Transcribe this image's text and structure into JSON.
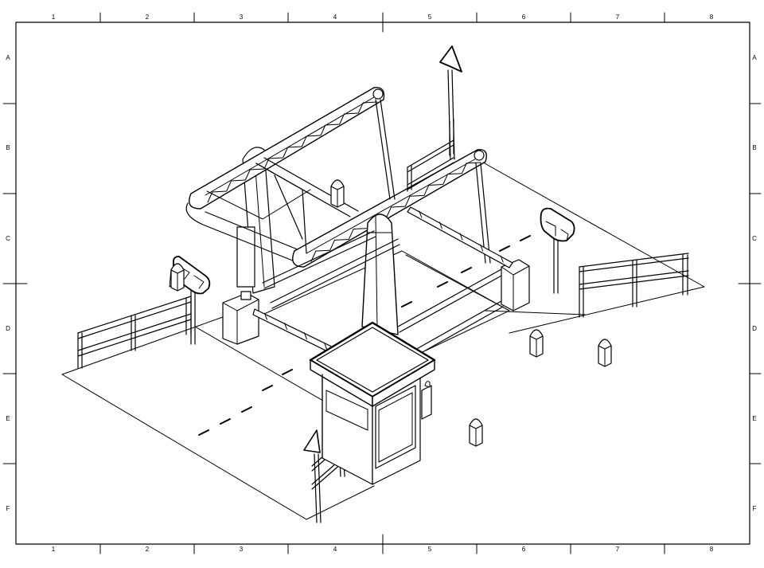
{
  "drawing_frame": {
    "column_labels": [
      "1",
      "2",
      "3",
      "4",
      "5",
      "6",
      "7",
      "8"
    ],
    "row_labels": [
      "A",
      "B",
      "C",
      "D",
      "E",
      "F"
    ]
  },
  "drawing": {
    "subject": "bascule-bridge",
    "line_color": "#000000",
    "background_color": "#ffffff"
  }
}
